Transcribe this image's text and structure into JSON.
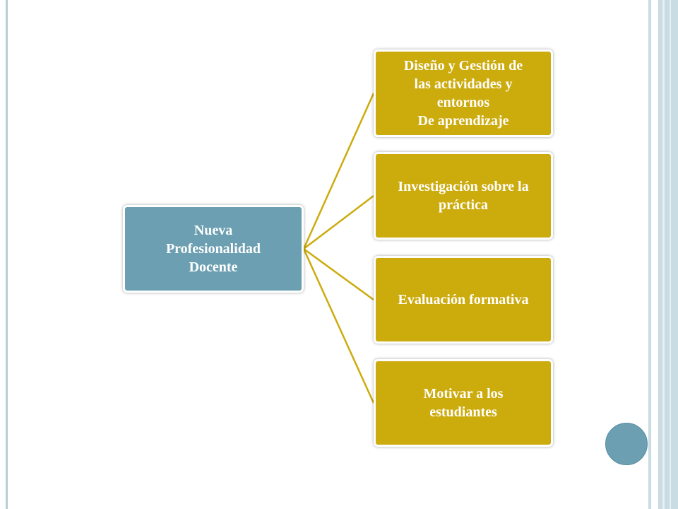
{
  "diagram": {
    "root": {
      "label": "Nueva\nProfesionalidad\nDocente"
    },
    "children": [
      {
        "label": "Diseño y Gestión de\nlas actividades y\nentornos\nDe aprendizaje"
      },
      {
        "label": "Investigación sobre la\npráctica"
      },
      {
        "label": "Evaluación formativa"
      },
      {
        "label": "Motivar a los\nestudiantes"
      }
    ],
    "colors": {
      "root": "#6b9fb1",
      "child": "#ccab0d",
      "connector": "#ccab0d",
      "frame": "#c9dbe3"
    }
  }
}
